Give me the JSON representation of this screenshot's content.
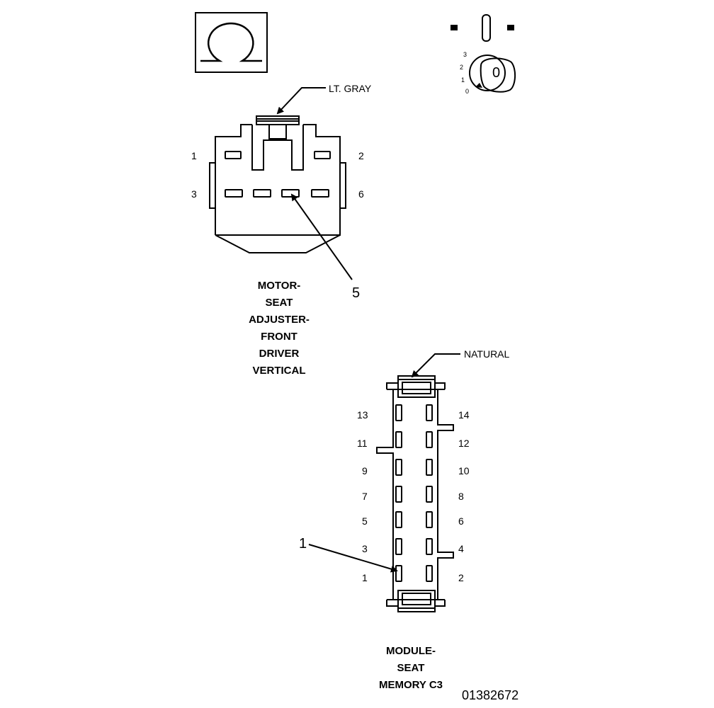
{
  "figure_id": "01382672",
  "ohm_symbol": "ohm-icon",
  "key_switch": {
    "icon": "ignition-key-icon",
    "positions": [
      "3",
      "2",
      "1",
      "0"
    ],
    "key_label": "0"
  },
  "connector_1": {
    "color_label": "LT. GRAY",
    "pins_left": [
      "1",
      "3"
    ],
    "pins_right": [
      "2",
      "6"
    ],
    "callout": "5",
    "title_lines": [
      "MOTOR-",
      "SEAT",
      "ADJUSTER-",
      "FRONT",
      "DRIVER",
      "VERTICAL"
    ]
  },
  "connector_2": {
    "color_label": "NATURAL",
    "pins_left": [
      "13",
      "11",
      "9",
      "7",
      "5",
      "3",
      "1"
    ],
    "pins_right": [
      "14",
      "12",
      "10",
      "8",
      "6",
      "4",
      "2"
    ],
    "callout": "1",
    "title_lines": [
      "MODULE-",
      "SEAT",
      "MEMORY C3"
    ]
  }
}
